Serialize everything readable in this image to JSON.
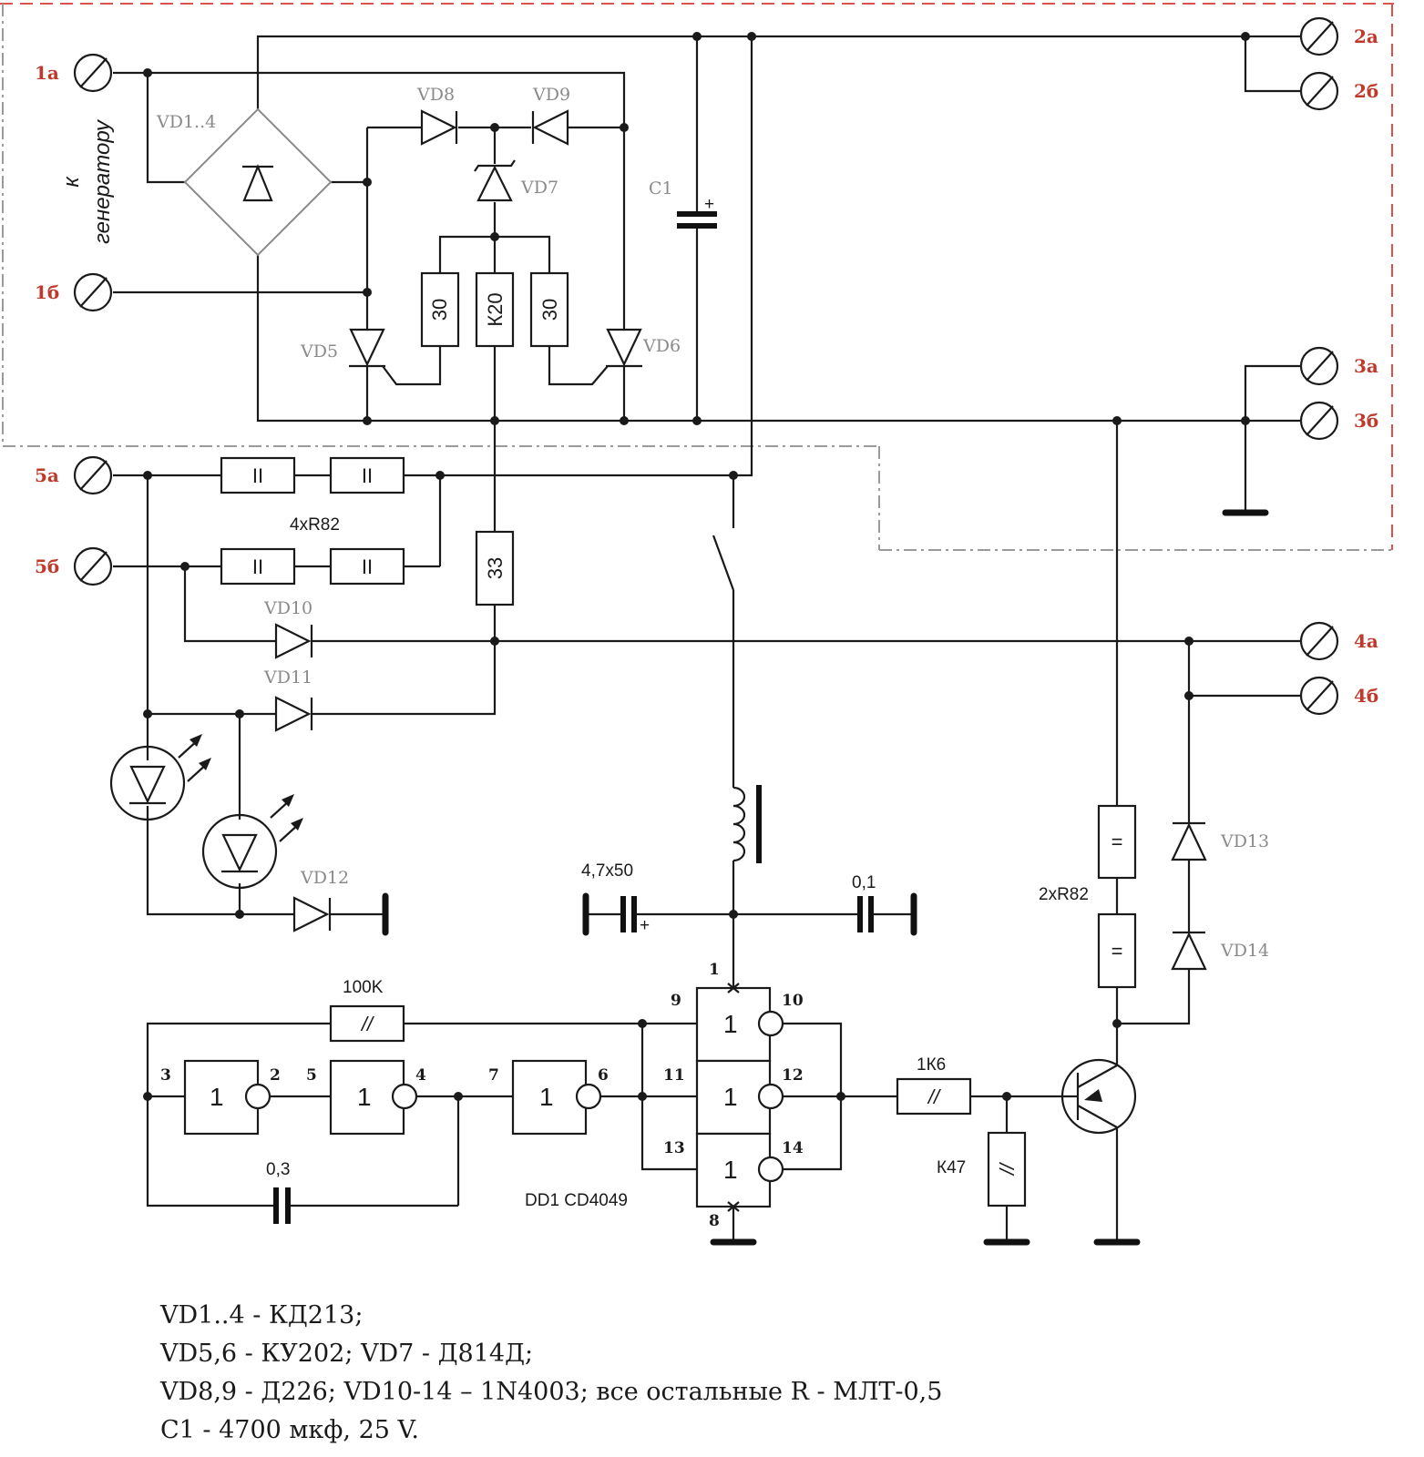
{
  "terminals": {
    "t1a": "1а",
    "t1b": "1б",
    "t2a": "2а",
    "t2b": "2б",
    "t3a": "3а",
    "t3b": "3б",
    "t4a": "4а",
    "t4b": "4б",
    "t5a": "5а",
    "t5b": "5б"
  },
  "generator_label": {
    "line1": "к",
    "line2": "генератору"
  },
  "components": {
    "bridge": "VD1..4",
    "vd5": "VD5",
    "vd6": "VD6",
    "vd7": "VD7",
    "vd8": "VD8",
    "vd9": "VD9",
    "vd10": "VD10",
    "vd11": "VD11",
    "vd12": "VD12",
    "vd13": "VD13",
    "vd14": "VD14",
    "c1": "C1",
    "r30a": "30",
    "rk20": "К20",
    "r30b": "30",
    "r33": "33",
    "r4x": "4xR82",
    "r2x": "2xR82",
    "r100k": "100K",
    "r1k6": "1К6",
    "rk47": "К47",
    "c47": "4,7x50",
    "c01": "0,1",
    "c03": "0,3",
    "dd1": "DD1  CD4049",
    "inv_symbol": "1",
    "res_mark_double": "II",
    "res_mark_equal": "=",
    "res_mark_slash": "//",
    "plus": "+"
  },
  "pins": {
    "p1": "1",
    "p2": "2",
    "p3": "3",
    "p4": "4",
    "p5": "5",
    "p6": "6",
    "p7": "7",
    "p8": "8",
    "p9": "9",
    "p10": "10",
    "p11": "11",
    "p12": "12",
    "p13": "13",
    "p14": "14"
  },
  "notes": [
    "VD1..4 - КД213;",
    "VD5,6 - КУ202; VD7 - Д814Д;",
    "VD8,9 - Д226; VD10-14 – 1N4003; все остальные R - МЛТ-0,5",
    "C1 -  4700 мкф, 25 V."
  ],
  "colors": {
    "terminal_labels": "#c0392b",
    "border_dashed": "#d9534f",
    "gray": "#8a8a8a"
  }
}
